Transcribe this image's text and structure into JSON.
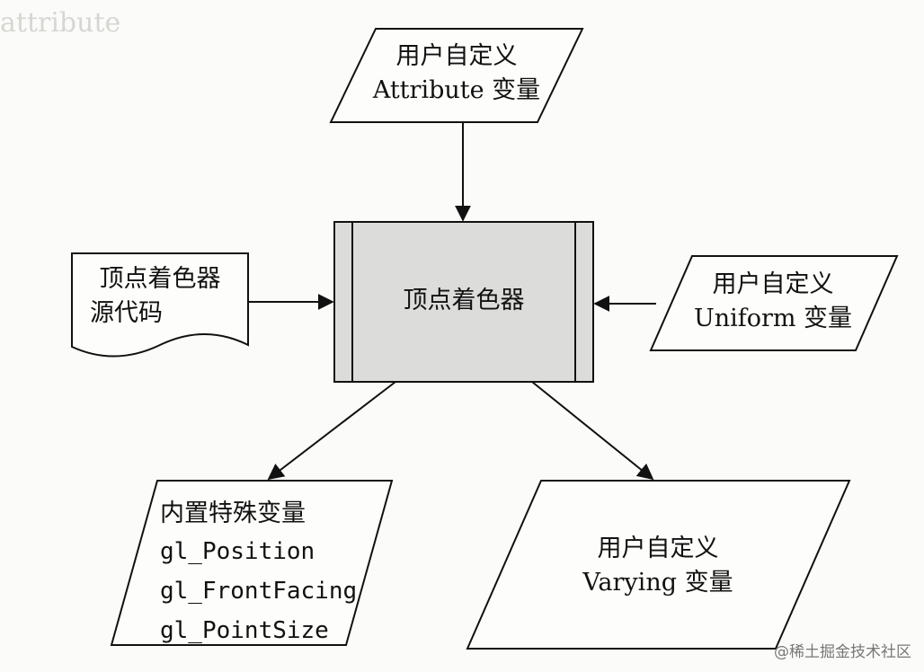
{
  "diagram": {
    "nodes": {
      "attribute": {
        "line1": "用户自定义",
        "line2": "Attribute 变量"
      },
      "source": {
        "line1": "顶点着色器",
        "line2": "源代码"
      },
      "shader": {
        "label": "顶点着色器"
      },
      "uniform": {
        "line1": "用户自定义",
        "line2": "Uniform 变量"
      },
      "builtin": {
        "title": "内置特殊变量",
        "vars": [
          "gl_Position",
          "gl_FrontFacing",
          "gl_PointSize"
        ]
      },
      "varying": {
        "line1": "用户自定义",
        "line2": "Varying 变量"
      }
    }
  },
  "watermark": "@稀土掘金技术社区"
}
